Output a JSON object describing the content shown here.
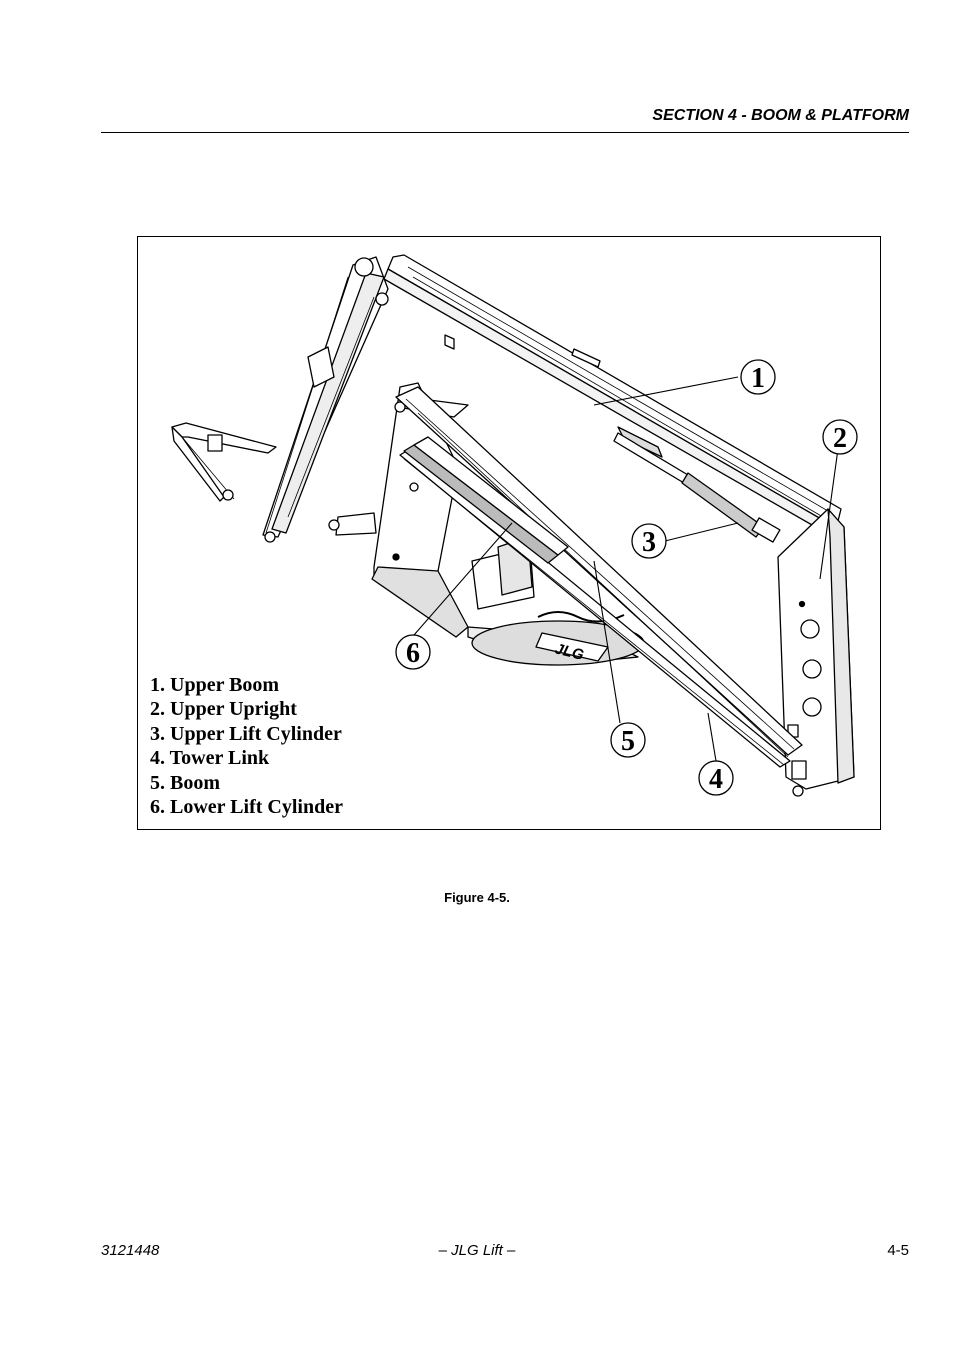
{
  "header": {
    "section_title": "SECTION 4 - BOOM & PLATFORM"
  },
  "figure": {
    "callouts": [
      "1",
      "2",
      "3",
      "4",
      "5",
      "6"
    ],
    "legend": [
      "1.  Upper Boom",
      "2.  Upper Upright",
      "3.  Upper Lift Cylinder",
      "4.  Tower Link",
      "5.  Boom",
      "6.  Lower Lift Cylinder"
    ],
    "logo_text": "JLG",
    "caption": "Figure 4-5."
  },
  "footer": {
    "doc_number": "3121448",
    "center": "– JLG Lift –",
    "page": "4-5"
  }
}
